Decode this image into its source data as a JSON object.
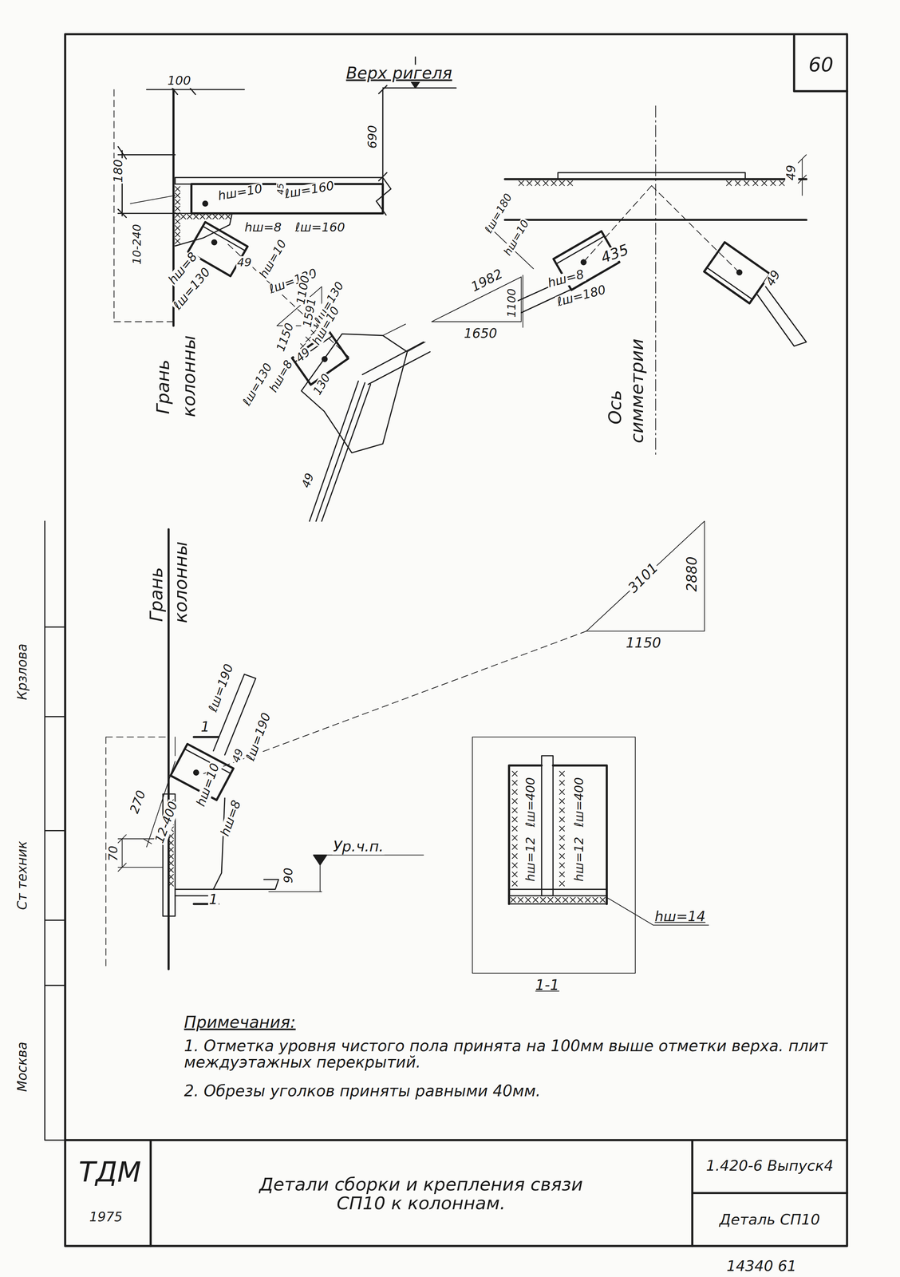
{
  "diagram": {
    "title": "Детали сборки и крепления связи СП10 к колоннам.",
    "labels": [
      "60",
      "Верх ригеля",
      "100",
      "180",
      "hш=10",
      "45",
      "ℓш=160",
      "690",
      "10-240",
      "hш=8",
      "ℓш=160",
      "49",
      "hш=10",
      "ℓш=130",
      "hш=8",
      "ℓш=130",
      "1100",
      "1591",
      "1150",
      "1982",
      "1650",
      "1100",
      "ℓш=130",
      "hш=10",
      "49",
      "hш=8",
      "ℓш=130",
      "130",
      "49",
      "Грань",
      "колонны",
      "49",
      "ℓш=180",
      "hш=10",
      "435",
      "hш=8",
      "ℓш=180",
      "49",
      "Ось",
      "симметрии",
      "Грань",
      "колонны",
      "3101",
      "2880",
      "1150",
      "1",
      "ℓш=190",
      "49",
      "ℓш=190",
      "hш=10",
      "hш=8",
      "270",
      "12-400",
      "70",
      "Ур.ч.п.",
      "90",
      "1",
      "ℓш=400",
      "ℓш=400",
      "hш=12",
      "hш=12",
      "hш=14",
      "1-1",
      "Примечания:",
      "1. Отметка уровня чистого пола принята на 100мм выше отметки верха. плит междуэтажных перекрытий.",
      "2. Обрезы уголков приняты равными 40мм.",
      "ТДМ",
      "1975",
      "1.420-6 Выпуск4",
      "Деталь СП10",
      "14340 61",
      "Москва",
      "Ст техник",
      "Крзлова"
    ]
  }
}
